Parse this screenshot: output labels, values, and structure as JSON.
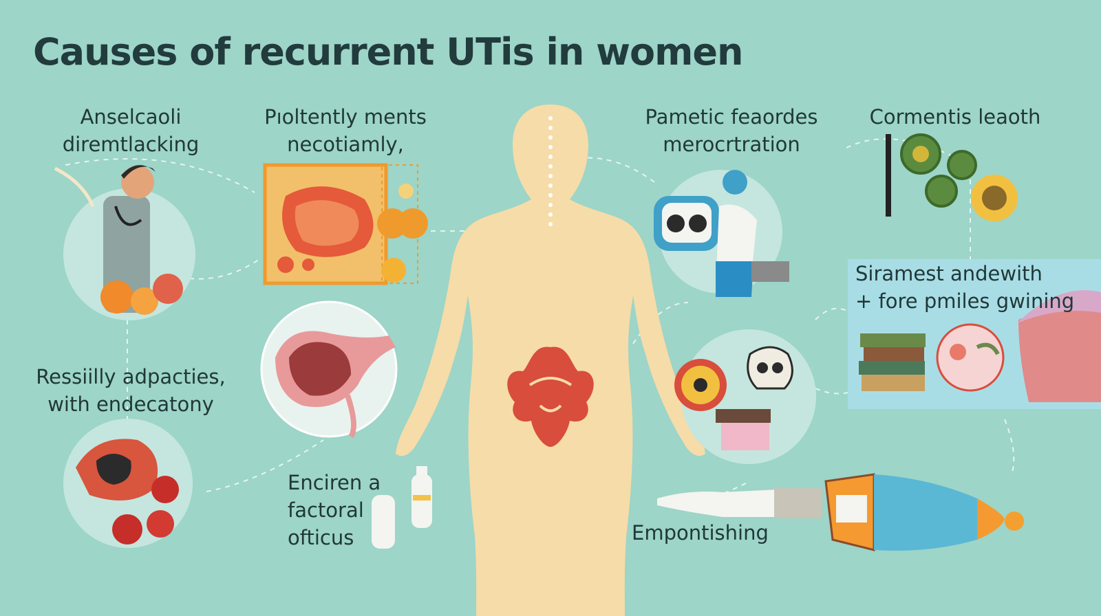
{
  "title": "Causes of recurrent UTis in women",
  "causes": [
    {
      "line1": "Anselcaoli",
      "line2": "diremtlacking"
    },
    {
      "line1": "Pıoltently ments",
      "line2": "necotiamly,"
    },
    {
      "line1": "Pametic feaordes",
      "line2": "merocrtration"
    },
    {
      "line1": "Cormentis leaoth",
      "line2": ""
    },
    {
      "line1": "Ressiilly adpacties,",
      "line2": "with endecatony"
    },
    {
      "line1": "Enciren a",
      "line2": "factoral",
      "line3": "ofticus"
    },
    {
      "line1": "Siramest andewith",
      "line2": "+ fore pmiles gwining"
    },
    {
      "line1": "Empontishing",
      "line2": ""
    }
  ],
  "colors": {
    "background": "#9dd5c8",
    "body": "#f6dca8",
    "accent_red": "#d84d3c",
    "accent_orange": "#ef9a2d",
    "text": "#223b3d"
  }
}
